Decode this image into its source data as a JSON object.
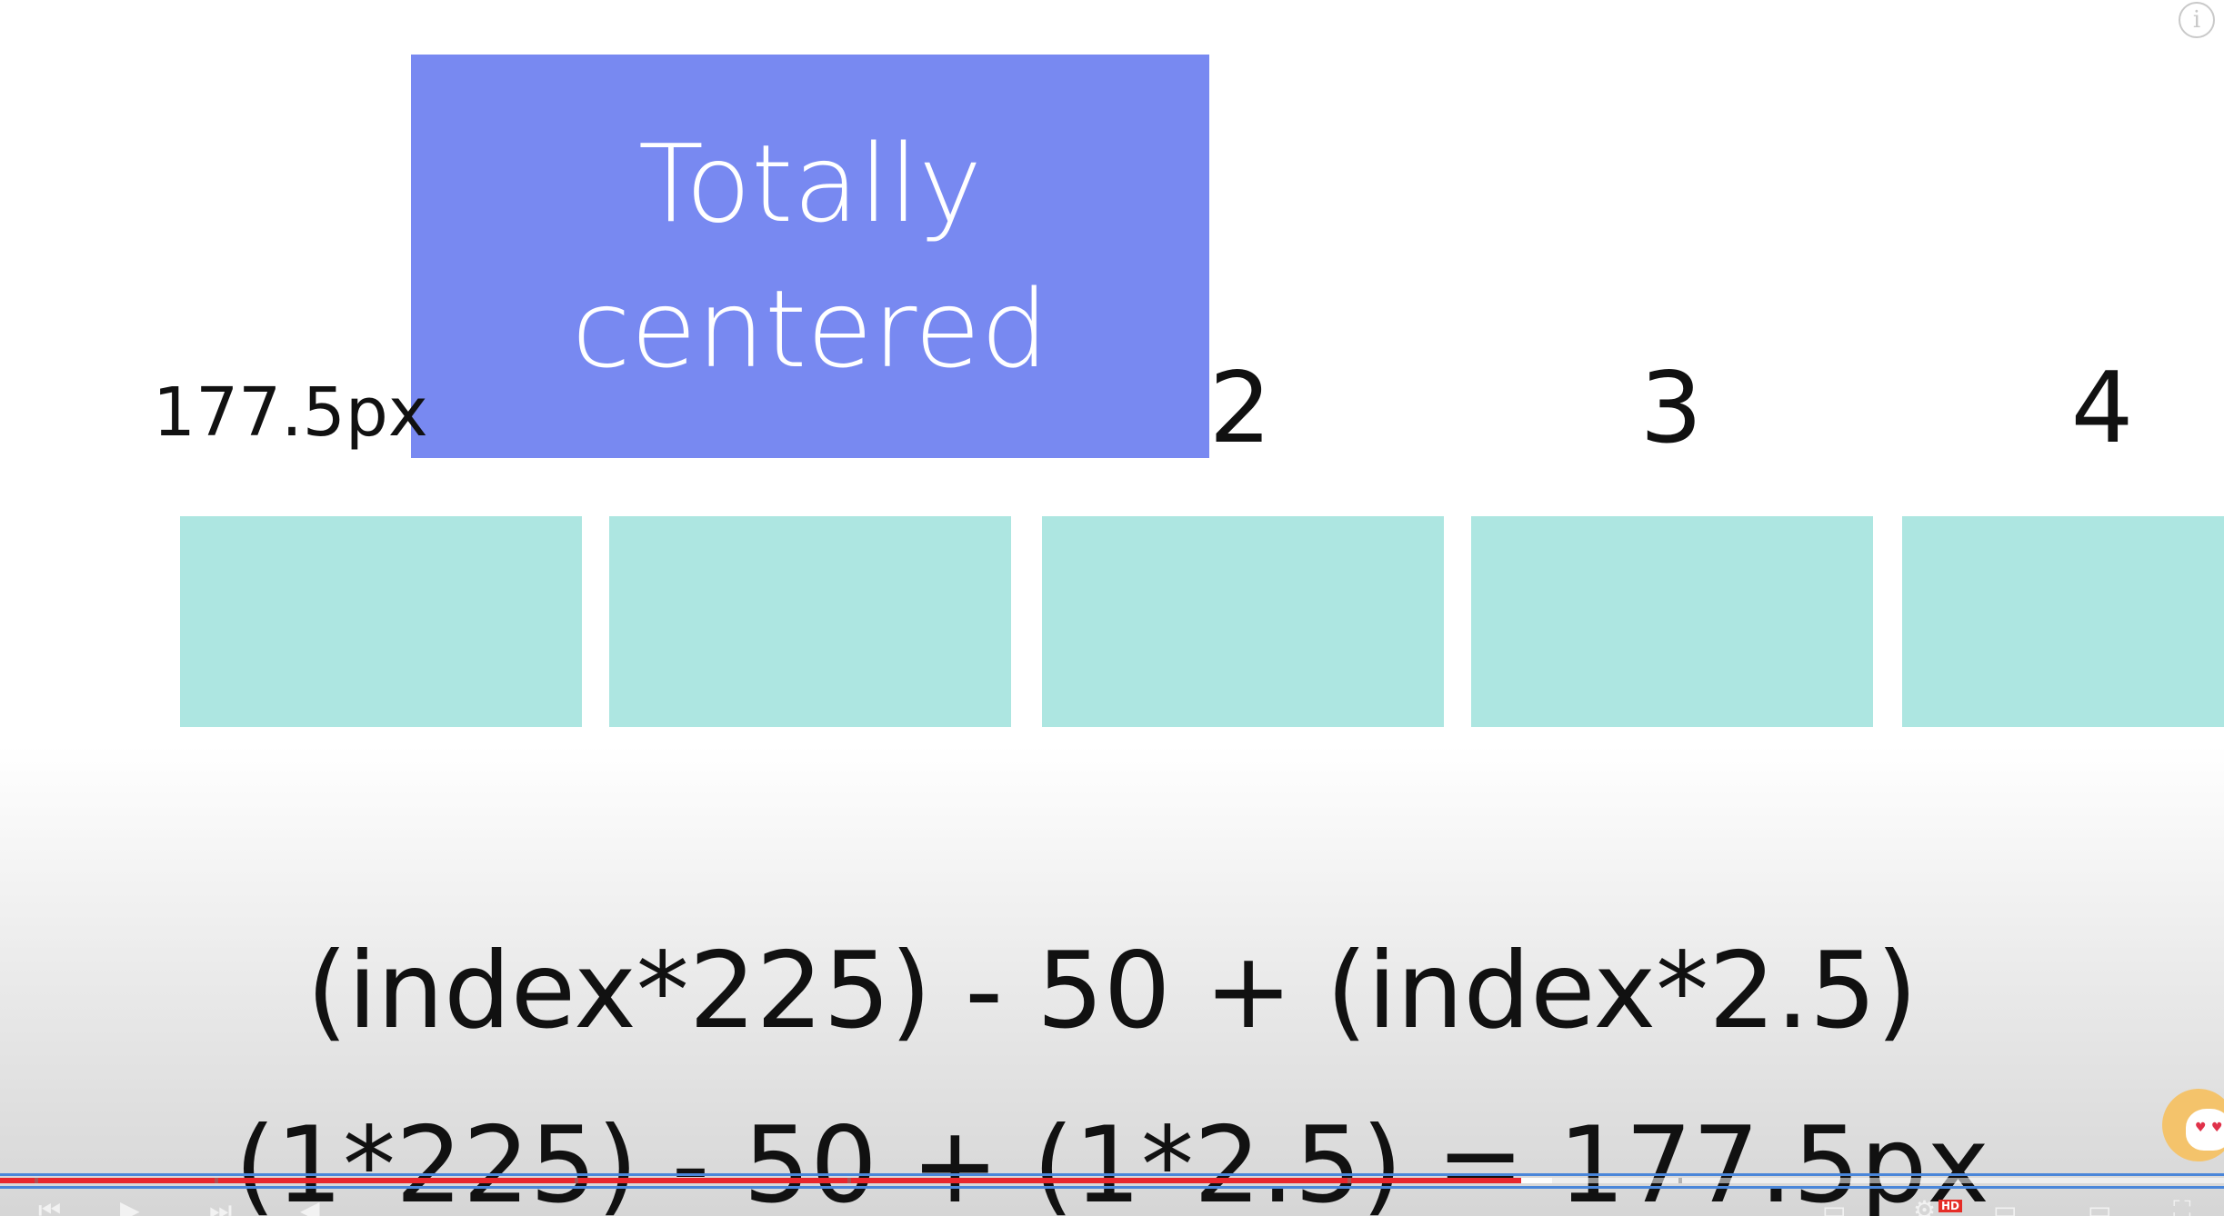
{
  "slide": {
    "hero_lines": [
      "Totally",
      "centered"
    ],
    "offset_label": "177.5px",
    "numbers": [
      "2",
      "3",
      "4"
    ],
    "formula_general": "(index*225) - 50 + (index*2.5)",
    "formula_example": "(1*225) - 50 + (1*2.5) = 177.5px"
  },
  "colors": {
    "hero_box": "#7889f1",
    "cells": "#ade6e1",
    "progress_played": "#e8262d"
  },
  "icons": {
    "info": "info-icon",
    "channel_avatar": "avatar-icon"
  },
  "player": {
    "progress_played_fraction": 0.684,
    "progress_buffered_fraction": 0.698,
    "hd_badge": "HD"
  }
}
